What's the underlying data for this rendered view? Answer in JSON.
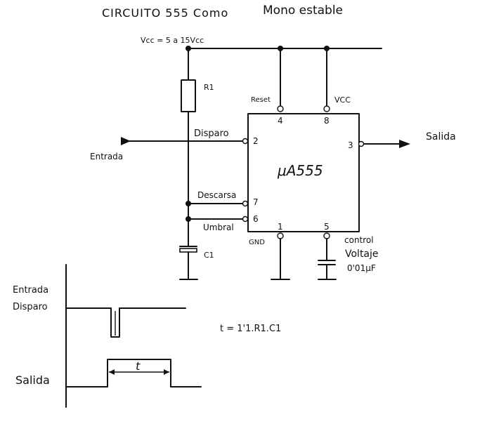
{
  "title": {
    "part1": "CIRCUITO  555 Como",
    "part2": "Mono estable"
  },
  "supply_label": "Vcc = 5 a 15Vcc",
  "components": {
    "r1": "R1",
    "c1": "C1",
    "chip": "μA555",
    "cap_text1": "Voltaje",
    "cap_text2": "0'01μF"
  },
  "pins": {
    "reset": {
      "name": "Reset",
      "num": "4"
    },
    "vcc": {
      "name": "VCC",
      "num": "8"
    },
    "trigger": {
      "name": "Disparo",
      "num": "2"
    },
    "output": {
      "num": "3"
    },
    "discharge": {
      "name": "Descarsa",
      "num": "7"
    },
    "threshold": {
      "name": "Umbral",
      "num": "6"
    },
    "gnd": {
      "name": "GND",
      "num": "1"
    },
    "control": {
      "name": "control",
      "num": "5"
    }
  },
  "labels": {
    "input": "Entrada",
    "output": "Salida"
  },
  "timing": {
    "trigger_label_1": "Entrada",
    "trigger_label_2": "Disparo",
    "output_label": "Salida",
    "pulse_width_symbol": "t",
    "formula": "t = 1'1.R1.C1"
  }
}
